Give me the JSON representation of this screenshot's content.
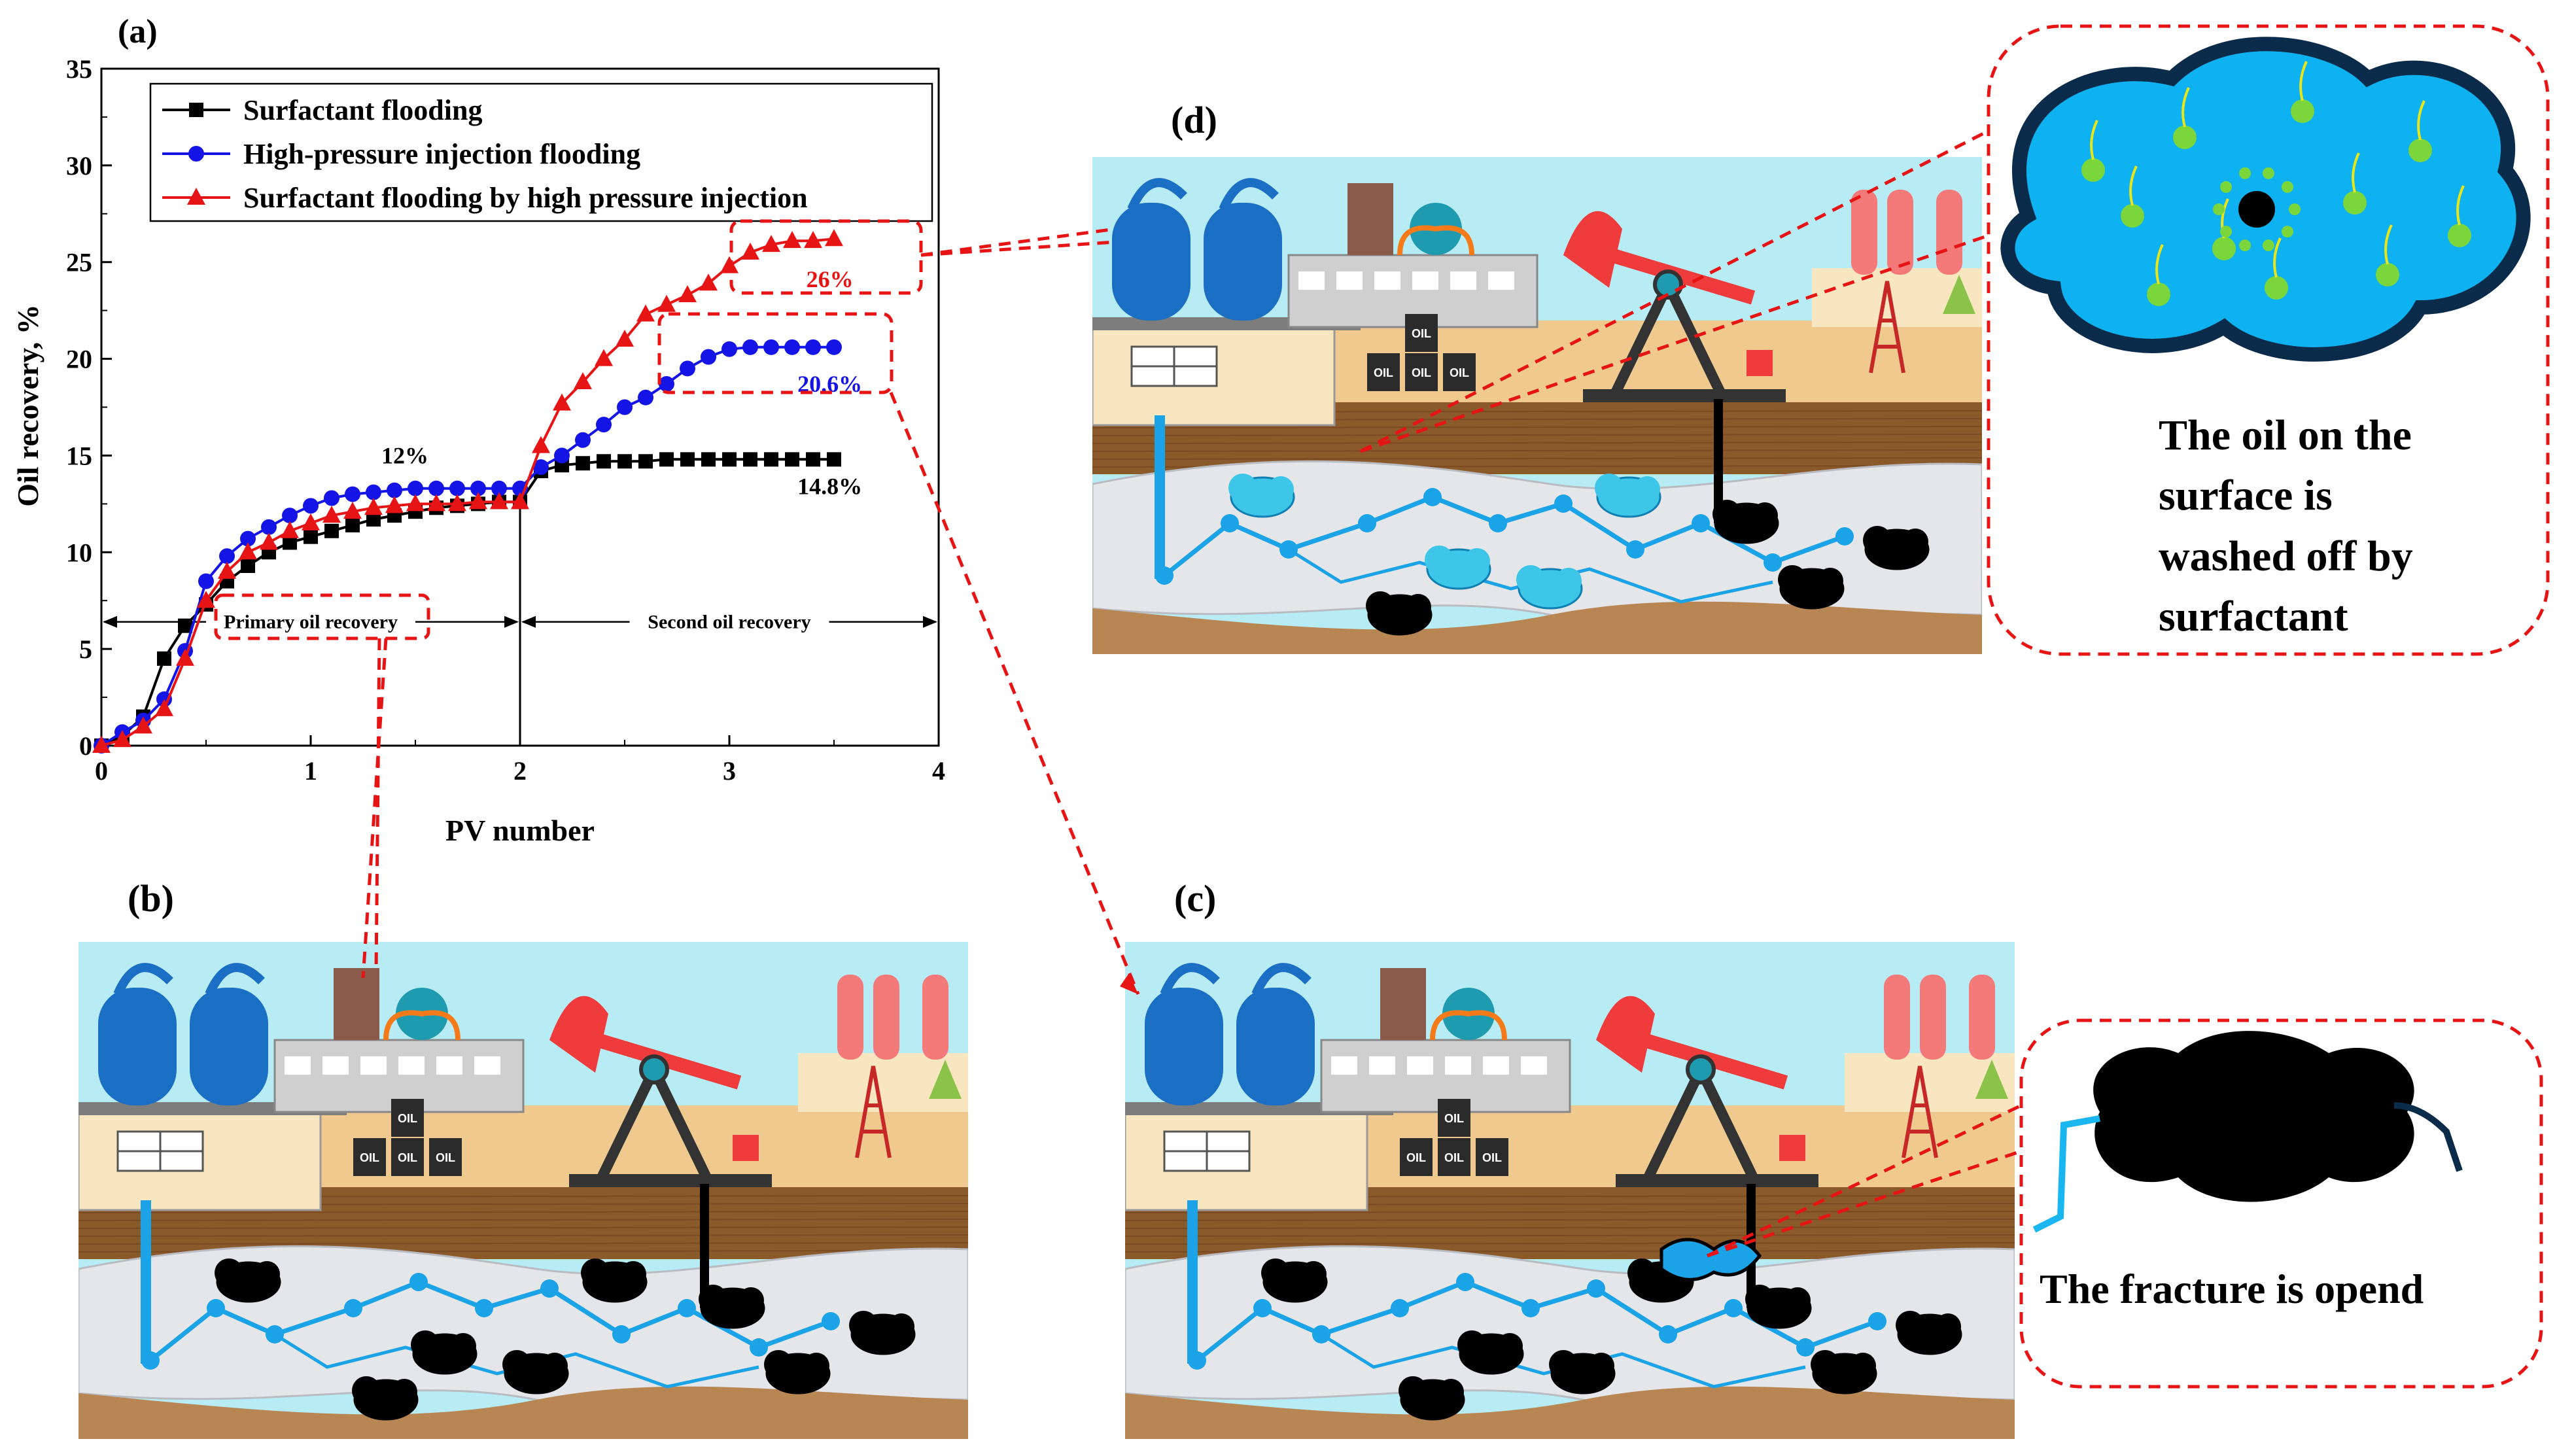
{
  "panels": {
    "a": "(a)",
    "b": "(b)",
    "c": "(c)",
    "d": "(d)"
  },
  "colors": {
    "surfactant": "#000000",
    "high_pressure": "#1414e6",
    "combined": "#e61414",
    "callout": "#e61414",
    "sky": "#b8ecf5",
    "ground": "#f0c98e",
    "soil": "#8b5a2b",
    "rock": "#e4e6ea",
    "water": "#1aa3e6"
  },
  "chart_data": {
    "type": "line",
    "xlabel": "PV number",
    "ylabel": "Oil recovery,  %",
    "xlim": [
      0,
      4
    ],
    "ylim": [
      0,
      35
    ],
    "xticks": [
      0,
      1,
      2,
      3,
      4
    ],
    "yticks": [
      0,
      5,
      10,
      15,
      20,
      25,
      30,
      35
    ],
    "grid": false,
    "legend_position": "top-left",
    "series": [
      {
        "name": "Surfactant flooding",
        "marker": "square",
        "color": "#000000",
        "x": [
          0,
          0.1,
          0.2,
          0.3,
          0.4,
          0.5,
          0.6,
          0.7,
          0.8,
          0.9,
          1.0,
          1.1,
          1.2,
          1.3,
          1.4,
          1.5,
          1.6,
          1.7,
          1.8,
          1.9,
          2.0,
          2.1,
          2.2,
          2.3,
          2.4,
          2.5,
          2.6,
          2.7,
          2.8,
          2.9,
          3.0,
          3.1,
          3.2,
          3.3,
          3.4,
          3.5
        ],
        "y": [
          0,
          0.5,
          1.5,
          4.5,
          6.2,
          7.3,
          8.5,
          9.3,
          10.0,
          10.5,
          10.8,
          11.1,
          11.4,
          11.7,
          11.9,
          12.1,
          12.3,
          12.4,
          12.5,
          12.6,
          12.6,
          14.2,
          14.5,
          14.6,
          14.7,
          14.7,
          14.7,
          14.8,
          14.8,
          14.8,
          14.8,
          14.8,
          14.8,
          14.8,
          14.8,
          14.8
        ]
      },
      {
        "name": "High-pressure injection flooding",
        "marker": "circle",
        "color": "#1414e6",
        "x": [
          0,
          0.1,
          0.2,
          0.3,
          0.4,
          0.5,
          0.6,
          0.7,
          0.8,
          0.9,
          1.0,
          1.1,
          1.2,
          1.3,
          1.4,
          1.5,
          1.6,
          1.7,
          1.8,
          1.9,
          2.0,
          2.1,
          2.2,
          2.3,
          2.4,
          2.5,
          2.6,
          2.7,
          2.8,
          2.9,
          3.0,
          3.1,
          3.2,
          3.3,
          3.4,
          3.5
        ],
        "y": [
          0,
          0.7,
          1.3,
          2.4,
          4.9,
          8.5,
          9.8,
          10.7,
          11.3,
          11.9,
          12.4,
          12.8,
          13.0,
          13.1,
          13.2,
          13.3,
          13.3,
          13.3,
          13.3,
          13.3,
          13.3,
          14.4,
          15.0,
          15.8,
          16.6,
          17.5,
          18.0,
          18.7,
          19.5,
          20.1,
          20.5,
          20.6,
          20.6,
          20.6,
          20.6,
          20.6
        ]
      },
      {
        "name": "Surfactant flooding by high pressure injection",
        "marker": "triangle",
        "color": "#e61414",
        "x": [
          0,
          0.1,
          0.2,
          0.3,
          0.4,
          0.5,
          0.6,
          0.7,
          0.8,
          0.9,
          1.0,
          1.1,
          1.2,
          1.3,
          1.4,
          1.5,
          1.6,
          1.7,
          1.8,
          1.9,
          2.0,
          2.1,
          2.2,
          2.3,
          2.4,
          2.5,
          2.6,
          2.7,
          2.8,
          2.9,
          3.0,
          3.1,
          3.2,
          3.3,
          3.4,
          3.5
        ],
        "y": [
          0,
          0.3,
          1.0,
          1.9,
          4.5,
          7.5,
          9.0,
          10.0,
          10.5,
          11.1,
          11.5,
          11.9,
          12.1,
          12.3,
          12.4,
          12.5,
          12.5,
          12.5,
          12.6,
          12.6,
          12.6,
          15.5,
          17.7,
          18.8,
          20.0,
          21.0,
          22.3,
          22.8,
          23.3,
          23.9,
          24.8,
          25.5,
          25.9,
          26.1,
          26.1,
          26.2
        ]
      }
    ],
    "annotations": [
      {
        "text": "12%",
        "x": 1.45,
        "y": 14.6,
        "color": "#000000"
      },
      {
        "text": "14.8%",
        "x": 3.48,
        "y": 13.0,
        "color": "#000000"
      },
      {
        "text": "20.6%",
        "x": 3.48,
        "y": 18.3,
        "color": "#1414e6"
      },
      {
        "text": "26%",
        "x": 3.48,
        "y": 23.7,
        "color": "#e61414"
      }
    ],
    "regions": [
      {
        "text": "Primary oil recovery",
        "x_from": 0,
        "x_to": 2
      },
      {
        "text": "Second oil recovery",
        "x_from": 2,
        "x_to": 4
      }
    ],
    "divider_x": 2
  },
  "texts": {
    "d_caption_lines": [
      "The oil on the",
      "surface is",
      "washed off by",
      "surfactant"
    ],
    "c_caption": "The fracture is opend"
  },
  "scene": {
    "barrel_label": "OIL"
  }
}
